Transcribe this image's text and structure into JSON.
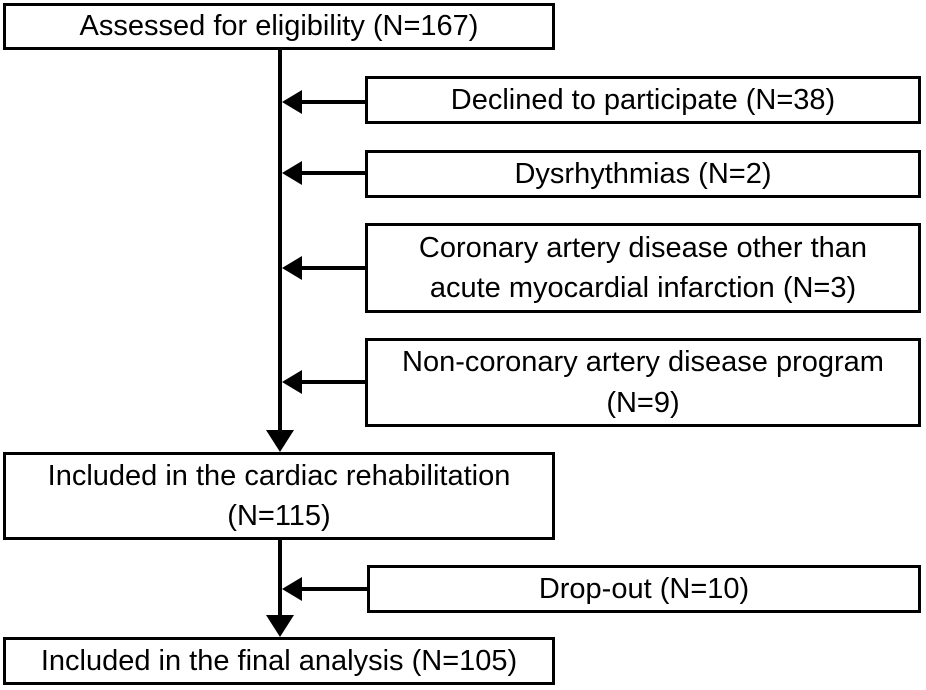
{
  "diagram": {
    "type": "participant-flow-diagram",
    "background_color": "#ffffff",
    "line_color": "#000000",
    "box_border_color": "#000000",
    "text_color": "#000000",
    "nodes": {
      "assessed": {
        "lines": [
          "Assessed for eligibility (N=167)"
        ],
        "n": 167
      },
      "declined": {
        "lines": [
          "Declined to participate (N=38)"
        ],
        "n": 38
      },
      "dysrhythmias": {
        "lines": [
          "Dysrhythmias (N=2)"
        ],
        "n": 2
      },
      "cad_other": {
        "lines": [
          "Coronary artery disease other than",
          "acute myocardial infarction (N=3)"
        ],
        "n": 3
      },
      "non_cad": {
        "lines": [
          "Non-coronary artery disease program",
          "(N=9)"
        ],
        "n": 9
      },
      "included_cr": {
        "lines": [
          "Included in the cardiac rehabilitation",
          "(N=115)"
        ],
        "n": 115
      },
      "dropout": {
        "lines": [
          "Drop-out (N=10)"
        ],
        "n": 10
      },
      "final": {
        "lines": [
          "Included in the final analysis (N=105)"
        ],
        "n": 105
      }
    }
  }
}
